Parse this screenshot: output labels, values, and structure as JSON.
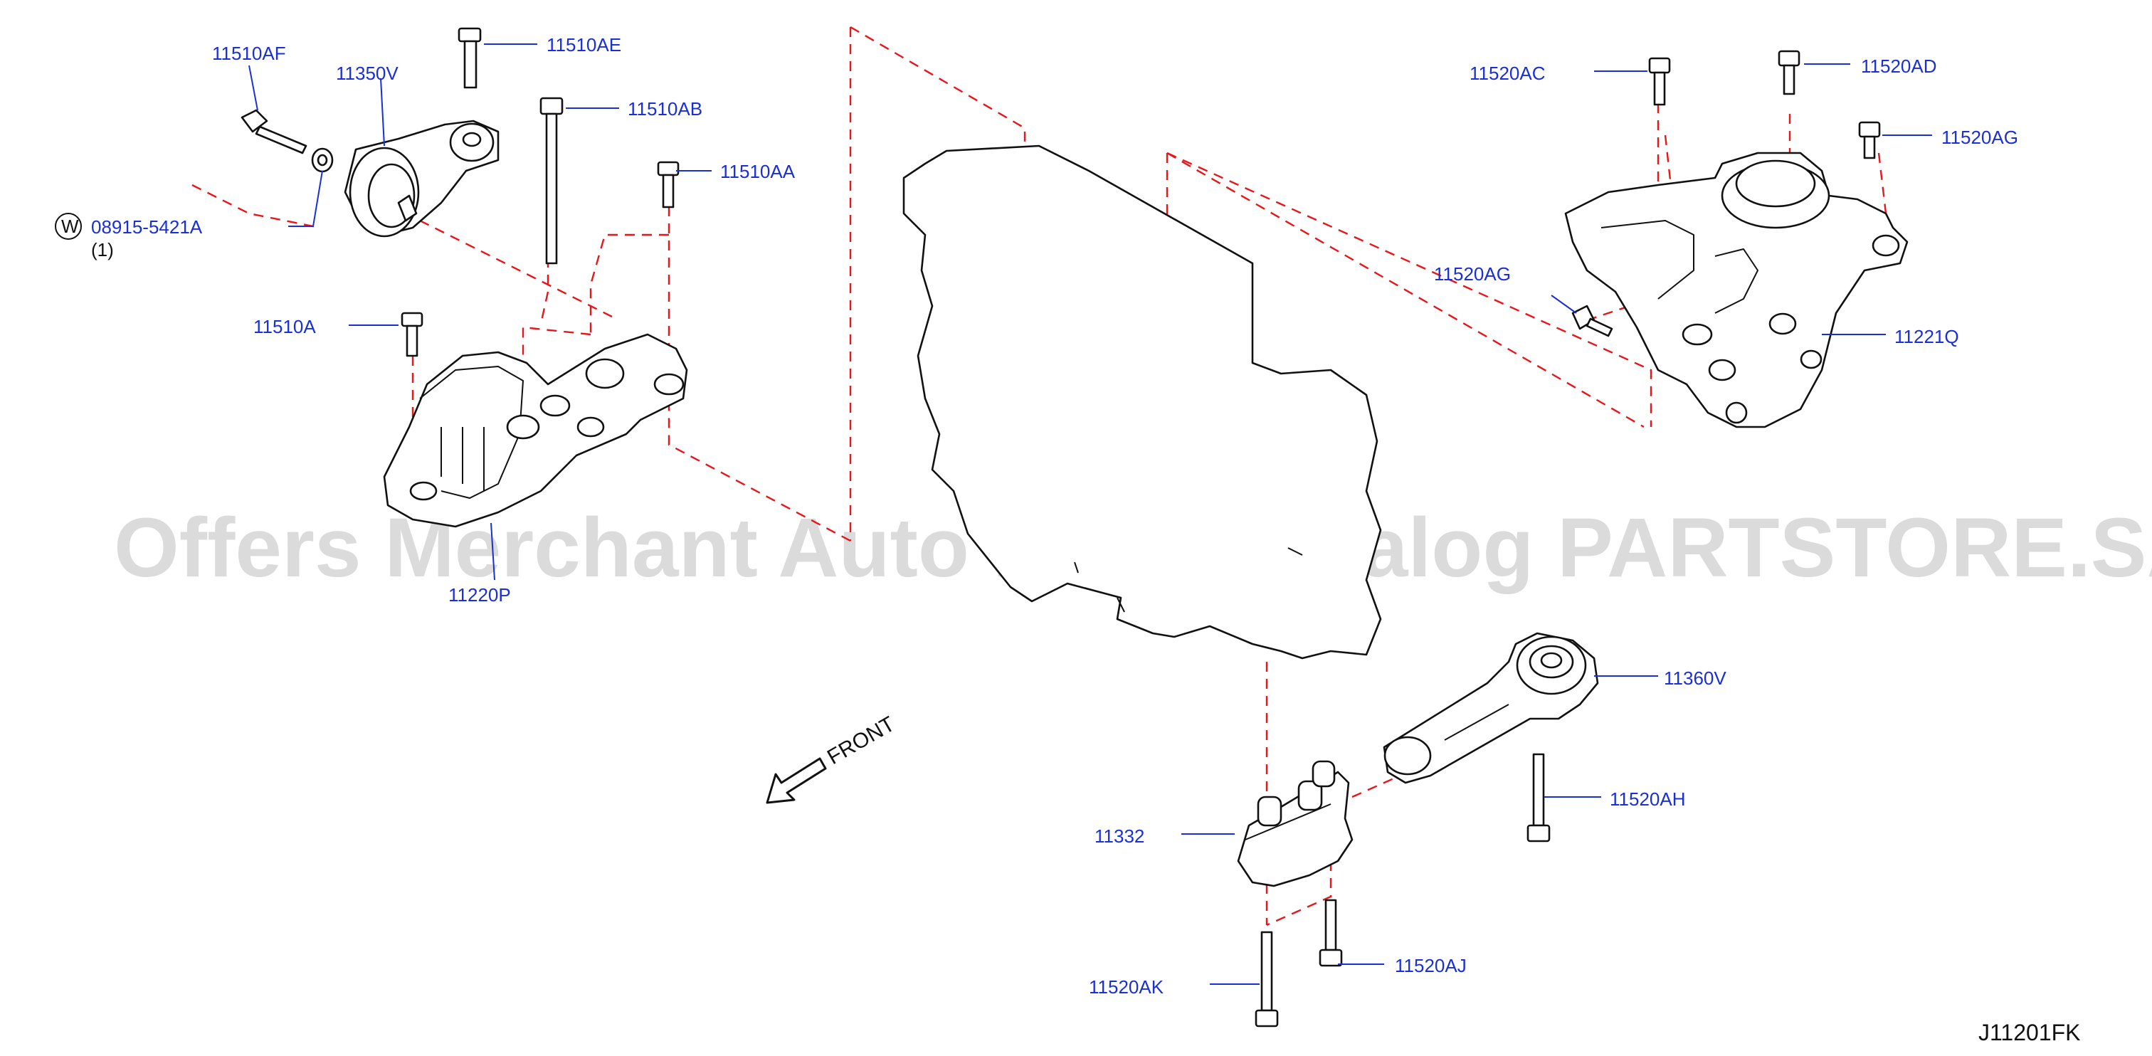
{
  "diagram": {
    "code": "J11201FK",
    "front_label": "FRONT",
    "watermark": "Offers Merchant Auto Parts Catalog PARTSTORE.SA",
    "washer_symbol": "W",
    "washer_qty": "(1)",
    "colors": {
      "label": "#1a2fd6",
      "dashed": "#e8161b",
      "line": "#111111",
      "watermark": "#bdbdbd"
    },
    "parts": [
      {
        "id": "p_11510AF",
        "label": "11510AF"
      },
      {
        "id": "p_11350V",
        "label": "11350V"
      },
      {
        "id": "p_11510AE",
        "label": "11510AE"
      },
      {
        "id": "p_11510AB",
        "label": "11510AB"
      },
      {
        "id": "p_11510AA",
        "label": "11510AA"
      },
      {
        "id": "p_08915",
        "label": "08915-5421A"
      },
      {
        "id": "p_11510A",
        "label": "11510A"
      },
      {
        "id": "p_11220P",
        "label": "11220P"
      },
      {
        "id": "p_11520AC",
        "label": "11520AC"
      },
      {
        "id": "p_11520AD",
        "label": "11520AD"
      },
      {
        "id": "p_11520AG_top",
        "label": "11520AG"
      },
      {
        "id": "p_11520AG_left",
        "label": "11520AG"
      },
      {
        "id": "p_11221Q",
        "label": "11221Q"
      },
      {
        "id": "p_11360V",
        "label": "11360V"
      },
      {
        "id": "p_11520AH",
        "label": "11520AH"
      },
      {
        "id": "p_11332",
        "label": "11332"
      },
      {
        "id": "p_11520AK",
        "label": "11520AK"
      },
      {
        "id": "p_11520AJ",
        "label": "11520AJ"
      }
    ]
  }
}
